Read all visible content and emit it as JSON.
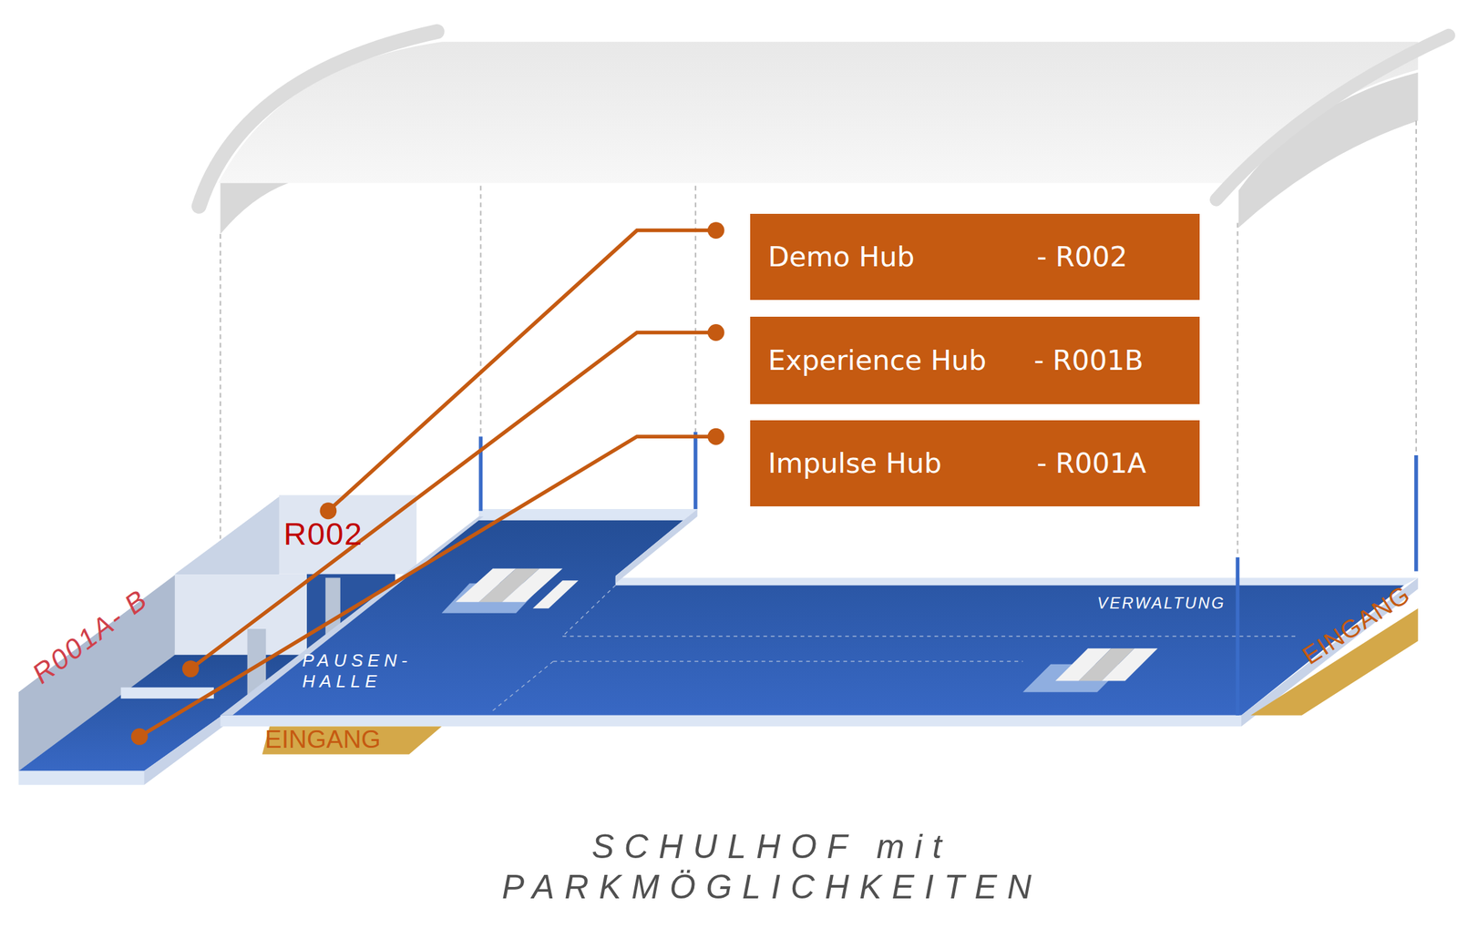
{
  "diagram": {
    "caption": "SCHULHOF mit PARKMÖGLICHKEITEN",
    "nodes": [
      {
        "text": [
          "Demo Hub",
          "- R002"
        ]
      },
      {
        "text": [
          "Experience Hub",
          "- R001B"
        ]
      },
      {
        "text": [
          "Impulse Hub",
          "- R001A"
        ]
      }
    ],
    "labels": [
      "R002",
      "R001A- B",
      "PAUSEN- HALLE",
      "VERWALTUNG",
      "EINGANG",
      "EINGANG"
    ]
  }
}
